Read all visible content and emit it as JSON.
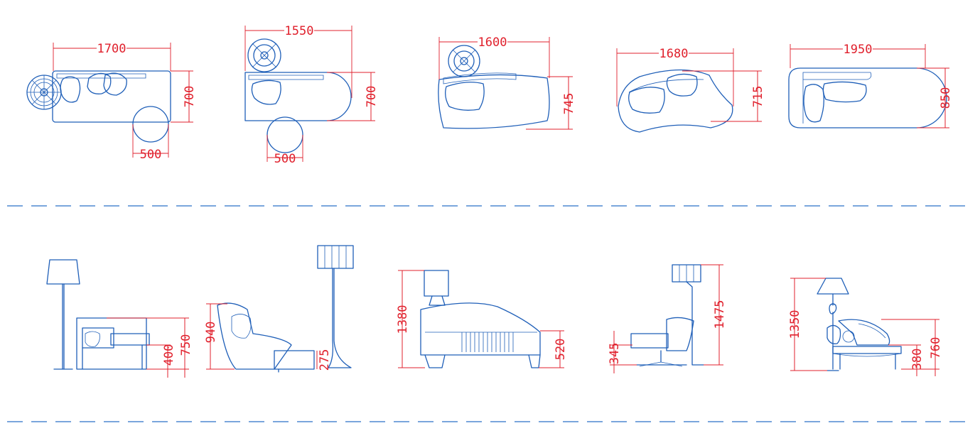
{
  "diagram": {
    "plan_views": [
      {
        "id": "plan-1",
        "width_label": "1700",
        "depth_label": "700",
        "table_label": "500"
      },
      {
        "id": "plan-2",
        "width_label": "1550",
        "depth_label": "700",
        "table_label": "500"
      },
      {
        "id": "plan-3",
        "width_label": "1600",
        "depth_label": "745"
      },
      {
        "id": "plan-4",
        "width_label": "1680",
        "depth_label": "715"
      },
      {
        "id": "plan-5",
        "width_label": "1950",
        "depth_label": "850"
      }
    ],
    "elevations": [
      {
        "id": "elev-1",
        "dims": [
          "400",
          "750"
        ]
      },
      {
        "id": "elev-2",
        "dims": [
          "940",
          "275"
        ]
      },
      {
        "id": "elev-3",
        "dims": [
          "1380",
          "520"
        ]
      },
      {
        "id": "elev-4",
        "dims": [
          "345",
          "1475"
        ]
      },
      {
        "id": "elev-5",
        "dims": [
          "1350",
          "380",
          "760"
        ]
      }
    ]
  }
}
